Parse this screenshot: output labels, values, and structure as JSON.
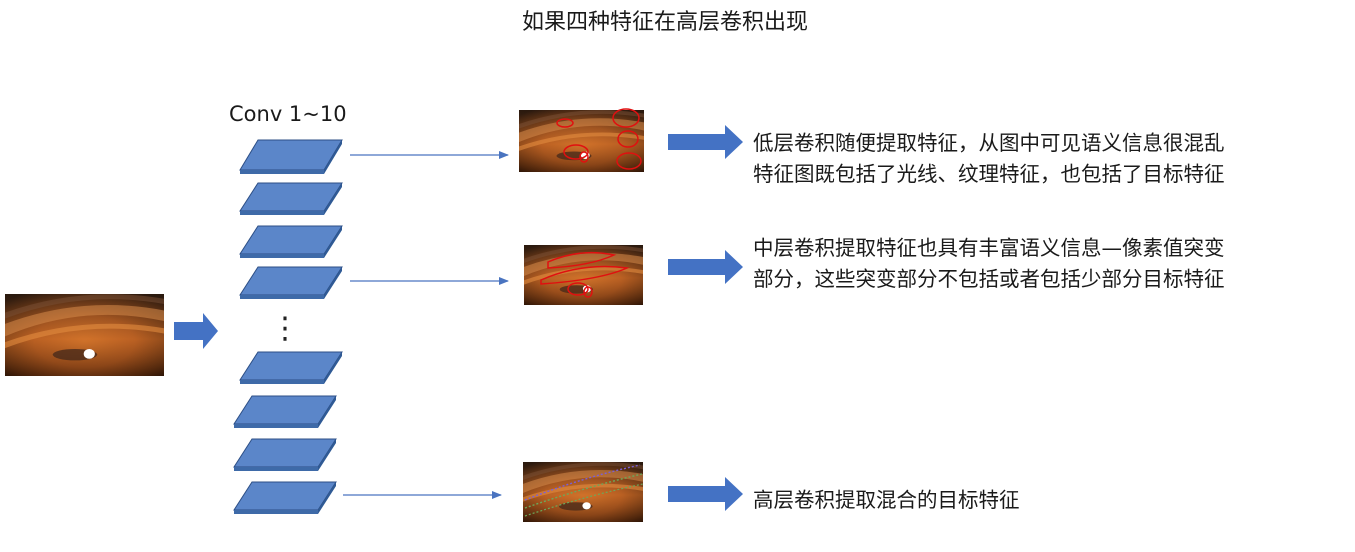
{
  "title": "如果四种特征在高层卷积出现",
  "conv_label": "Conv 1~10",
  "ellipsis": "⋮",
  "descriptions": [
    {
      "line1": "低层卷积随便提取特征，从图中可见语义信息很混乱",
      "line2": "特征图既包括了光线、纹理特征，也包括了目标特征"
    },
    {
      "line1": "中层卷积提取特征也具有丰富语义信息—像素值突变",
      "line2": "部分，这些突变部分不包括或者包括少部分目标特征"
    },
    {
      "line1": "高层卷积提取混合的目标特征"
    }
  ],
  "colors": {
    "layer_fill": "#5b86c9",
    "layer_stroke": "#2d4f86",
    "block_arrow": "#4472c4",
    "thin_arrow": "#4a74c0",
    "highlight_red": "#e01010"
  }
}
